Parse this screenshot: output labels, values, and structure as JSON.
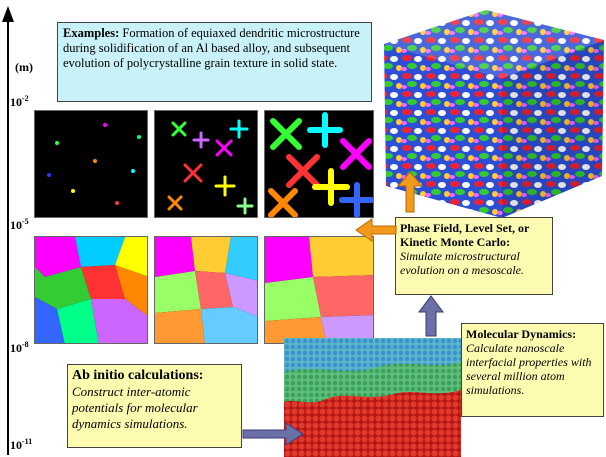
{
  "axis": {
    "unit": "(m)",
    "ticks": [
      {
        "base": "10",
        "exp": "-2"
      },
      {
        "base": "10",
        "exp": "-5"
      },
      {
        "base": "10",
        "exp": "-8"
      },
      {
        "base": "10",
        "exp": "-11"
      }
    ]
  },
  "examples": {
    "title": "Examples:",
    "text": "Formation of equiaxed dendritic microstructure during solidification of an Al based alloy, and subsequent evolution of polycrystalline grain texture in solid state."
  },
  "phase_field": {
    "title": "Phase Field, Level Set, or Kinetic Monte Carlo:",
    "text": "Simulate microstructural evolution on a mesoscale."
  },
  "molecular_dynamics": {
    "title": "Molecular Dynamics:",
    "text": "Calculate nanoscale interfacial properties with several million atom simulations."
  },
  "ab_initio": {
    "title": "Ab initio calculations:",
    "text": "Construct inter-atomic potentials for molecular dynamics simulations."
  },
  "colors": {
    "arrow_orange": "#f39a1c",
    "arrow_blue": "#6a6fa8",
    "examples_bg": "#c9f1f8",
    "note_bg": "#fdfbb0"
  }
}
